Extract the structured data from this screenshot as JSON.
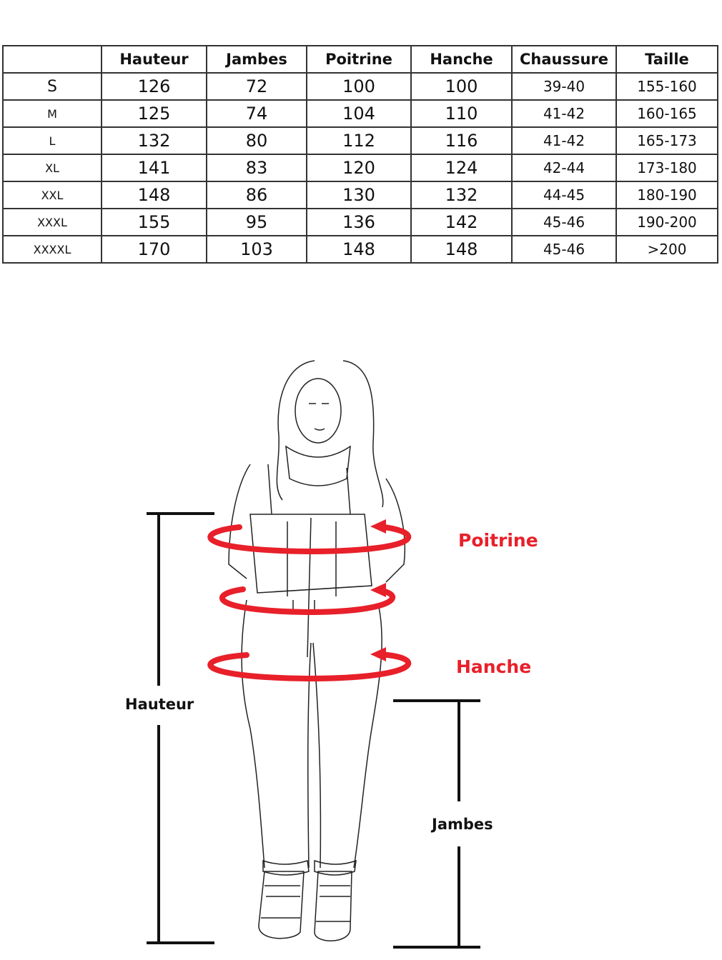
{
  "size_chart": {
    "headers": [
      "",
      "Hauteur",
      "Jambes",
      "Poitrine",
      "Hanche",
      "Chaussure",
      "Taille"
    ],
    "rows": [
      [
        "S",
        "126",
        "72",
        "100",
        "100",
        "39-40",
        "155-160"
      ],
      [
        "M",
        "125",
        "74",
        "104",
        "110",
        "41-42",
        "160-165"
      ],
      [
        "L",
        "132",
        "80",
        "112",
        "116",
        "41-42",
        "165-173"
      ],
      [
        "XL",
        "141",
        "83",
        "120",
        "124",
        "42-44",
        "173-180"
      ],
      [
        "XXL",
        "148",
        "86",
        "130",
        "132",
        "44-45",
        "180-190"
      ],
      [
        "XXXL",
        "155",
        "95",
        "136",
        "142",
        "45-46",
        "190-200"
      ],
      [
        "XXXXL",
        "170",
        "103",
        "148",
        "148",
        "45-46",
        ">200"
      ]
    ]
  },
  "diagram": {
    "labels": {
      "poitrine": "Poitrine",
      "hanche": "Hanche",
      "hauteur": "Hauteur",
      "jambes": "Jambes"
    },
    "colors": {
      "measure_ring": "#e8202a",
      "bracket": "#111111"
    }
  }
}
